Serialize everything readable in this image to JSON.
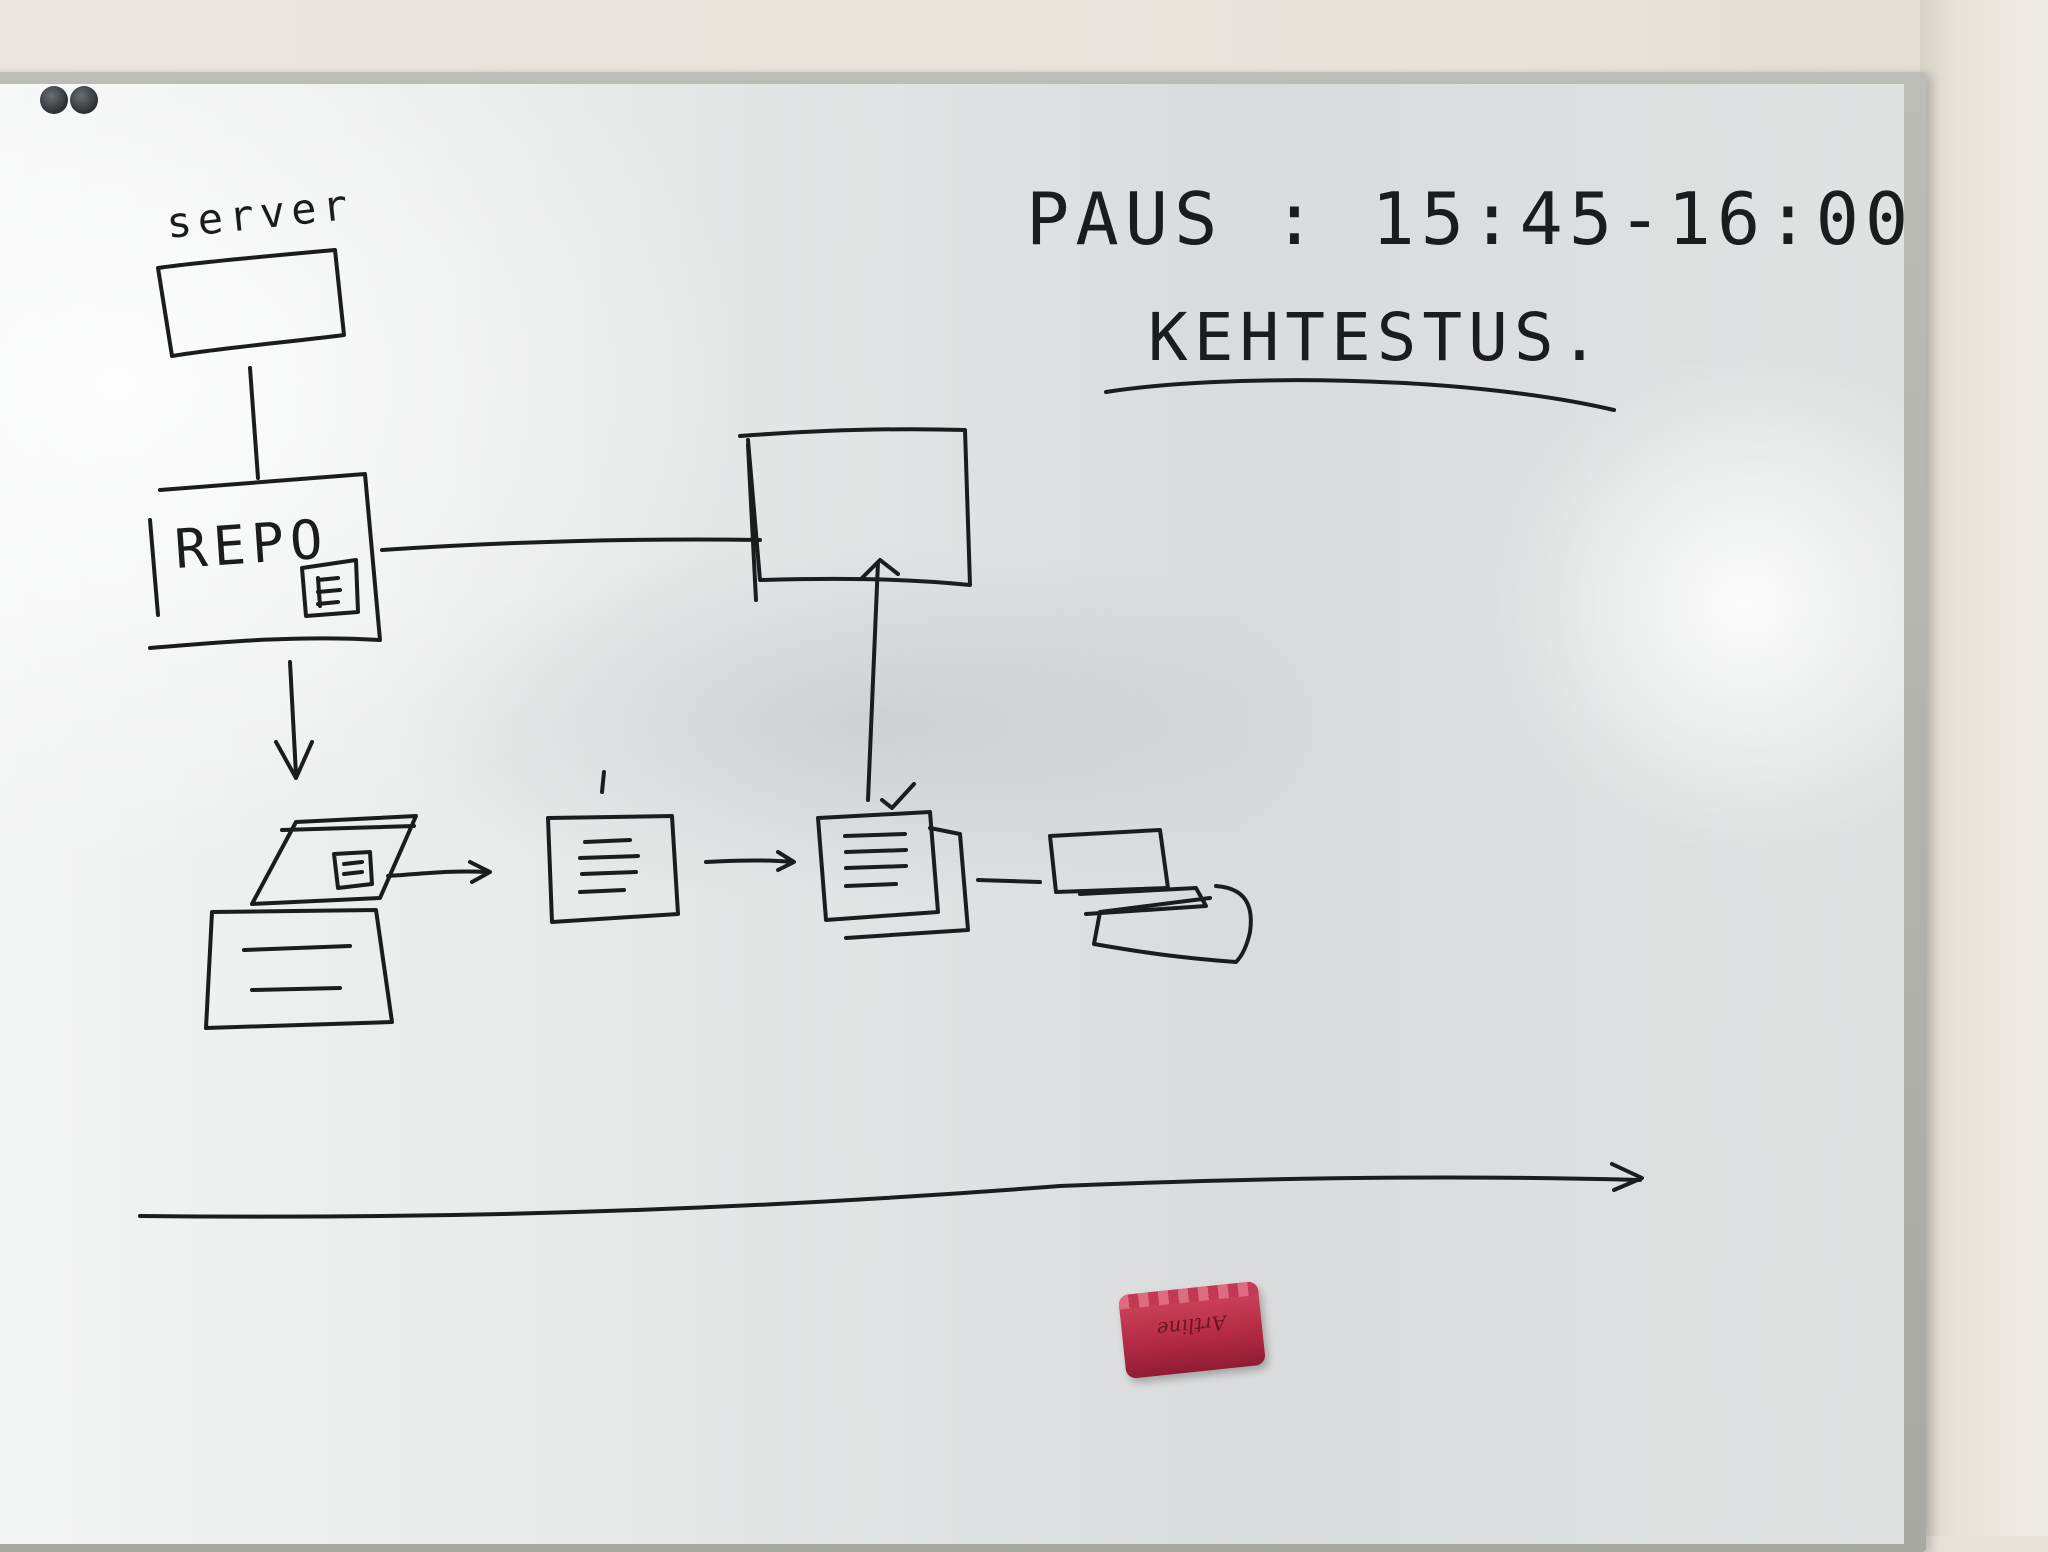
{
  "board": {
    "title_line": "PAUS : 15:45-16:00",
    "subtitle": "KEHTESTUS.",
    "label_server": "server",
    "label_repo": "REPO",
    "eraser_label": "Artline"
  }
}
